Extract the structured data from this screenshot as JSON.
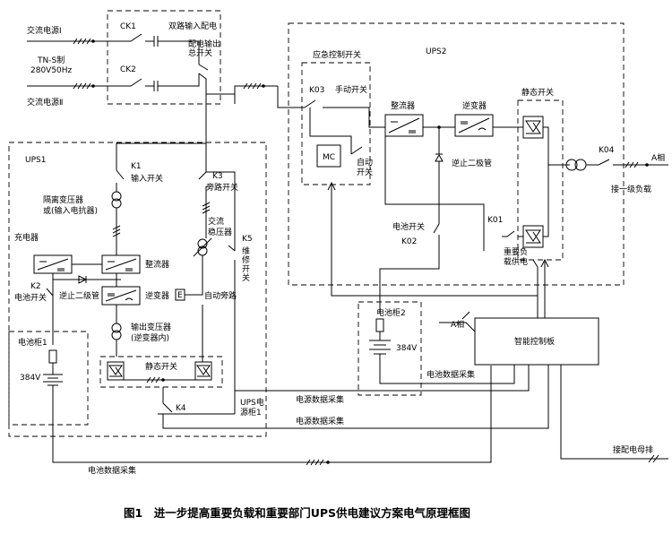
{
  "sources": {
    "ac1": "交流电源Ⅰ",
    "ac2": "交流电源Ⅱ",
    "tns_line1": "TN-S制",
    "tns_line2": "280V50Hz"
  },
  "distribution": {
    "ck1": "CK1",
    "ck2": "CK2",
    "dual_input": "双路输入配电",
    "out_main_line1": "配电输出",
    "out_main_line2": "总开关"
  },
  "ups1": {
    "title": "UPS1",
    "k1": "K1",
    "k1_label": "输入开关",
    "iso_tr_line1": "隔离变压器",
    "iso_tr_line2": "或(输入电抗器)",
    "charger": "充电器",
    "rectifier": "整流器",
    "inverter": "逆变器",
    "blocking_diode": "逆止二级管",
    "k2": "K2",
    "k2_label": "电池开关",
    "k3": "K3",
    "k3_label": "旁路开关",
    "ac_reg_line1": "交流",
    "ac_reg_line2": "稳压器",
    "auto_bypass_e": "E",
    "auto_bypass": "自动旁路",
    "k5": "K5",
    "k5_v": [
      "维",
      "修",
      "开",
      "关"
    ],
    "out_tr_line1": "输出变压器",
    "out_tr_line2": "(逆变器内)",
    "static_sw": "静态开关",
    "k4": "K4",
    "ups_cab_line1": "UPS电",
    "ups_cab_line2": "源柜1"
  },
  "battery1": {
    "title": "电池柜1",
    "voltage": "384V"
  },
  "ups2": {
    "title": "UPS2",
    "emerg_sw": "应急控制开关",
    "k03": "K03",
    "manual_sw": "手动开关",
    "mc": "MC",
    "auto_sw_line1": "自动",
    "auto_sw_line2": "开关",
    "rectifier": "整流器",
    "inverter": "逆变器",
    "blocking_diode": "逆止二极管",
    "static_sw": "静态开关",
    "battery_sw": "电池开关",
    "k02": "K02",
    "k01": "K01",
    "important_line1": "重要负",
    "important_line2": "载供电",
    "k04": "K04",
    "phase_a": "A相",
    "class1_load": "接一级负载"
  },
  "battery2": {
    "title": "电池柜2",
    "voltage": "384V"
  },
  "controller": {
    "title": "智能控制板",
    "phase_a": "A相",
    "battery_data": "电池数据采集",
    "power_data1": "电源数据采集",
    "power_data2": "电源数据采集",
    "battery_data2": "电池数据采集",
    "busbar": "接配电母排"
  },
  "caption": "图1　进一步提高重要负载和重要部门UPS供电建议方案电气原理框图"
}
